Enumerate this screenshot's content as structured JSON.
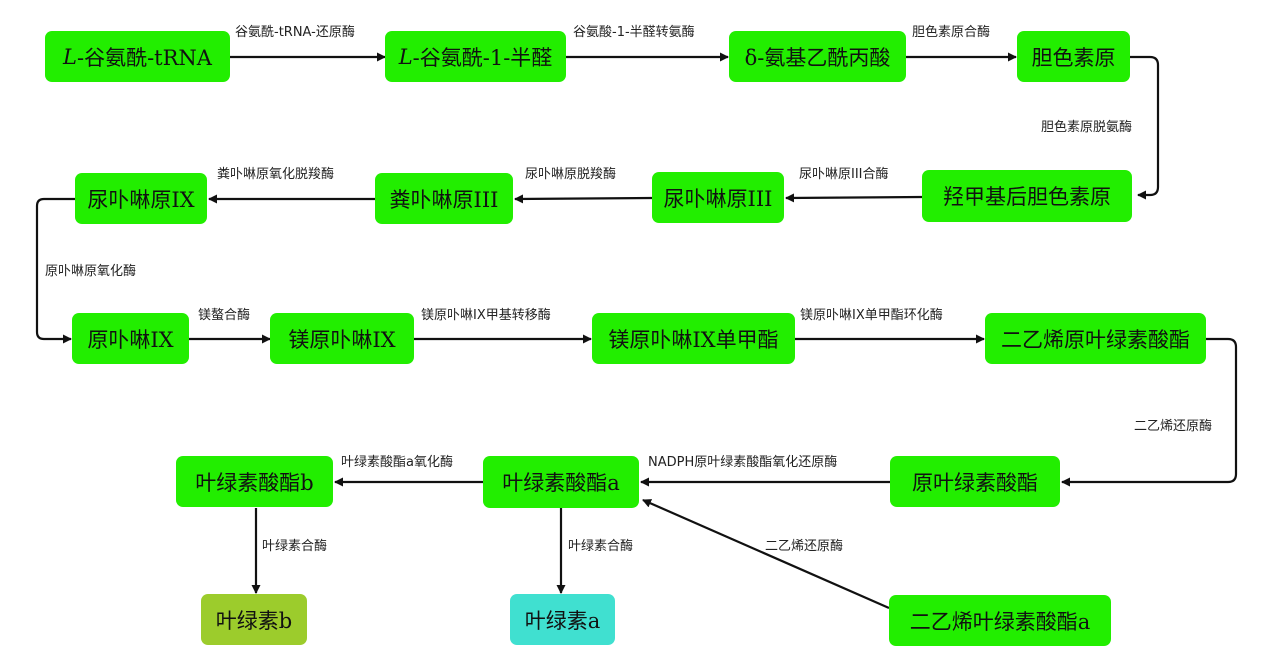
{
  "colors": {
    "node_fill": "#22ee00",
    "chlorophyll_b_fill": "#9ccc2c",
    "chlorophyll_a_fill": "#40e0d0",
    "arrow": "#111111"
  },
  "nodes": {
    "glu_trna": {
      "prefix": "L",
      "rest": "-谷氨酰-tRNA"
    },
    "glu_semialdehyde": {
      "prefix": "L",
      "rest": "-谷氨酰-1-半醛"
    },
    "ala": "δ-氨基乙酰丙酸",
    "pbg": "胆色素原",
    "hmb": "羟甲基后胆色素原",
    "uro3": "尿卟啉原III",
    "copro3": "粪卟啉原III",
    "proto9_gen": "尿卟啉原IX",
    "proto9": "原卟啉IX",
    "mg_proto9": "镁原卟啉IX",
    "mg_proto9_me": "镁原卟啉IX单甲酯",
    "dv_pchlide": "二乙烯原叶绿素酸酯",
    "pchlide": "原叶绿素酸酯",
    "chlide_a": "叶绿素酸酯a",
    "chlide_b": "叶绿素酸酯b",
    "chl_b": "叶绿素b",
    "chl_a": "叶绿素a",
    "dv_chlide_a": "二乙烯叶绿素酸酯a"
  },
  "edges": {
    "e1": "谷氨酰-tRNA-还原酶",
    "e2": "谷氨酸-1-半醛转氨酶",
    "e3": "胆色素原合酶",
    "e4": "胆色素原脱氨酶",
    "e5": "尿卟啉原III合酶",
    "e6": "尿卟啉原脱羧酶",
    "e7": "粪卟啉原氧化脱羧酶",
    "e8": "原卟啉原氧化酶",
    "e9": "镁螯合酶",
    "e10": "镁原卟啉IX甲基转移酶",
    "e11": "镁原卟啉IX单甲酯环化酶",
    "e12": "二乙烯还原酶",
    "e13": "NADPH原叶绿素酸酯氧化还原酶",
    "e14": "叶绿素酸酯a氧化酶",
    "e15": "叶绿素合酶",
    "e16": "叶绿素合酶",
    "e17": "二乙烯还原酶"
  }
}
